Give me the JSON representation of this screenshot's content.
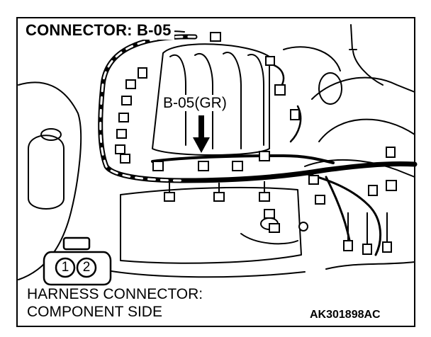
{
  "title": "CONNECTOR: B-05",
  "callout_label": "B-05(GR)",
  "connector_view": {
    "pins": [
      "1",
      "2"
    ],
    "caption_line1": "HARNESS CONNECTOR:",
    "caption_line2": "COMPONENT SIDE"
  },
  "figure_code": "AK301898AC"
}
